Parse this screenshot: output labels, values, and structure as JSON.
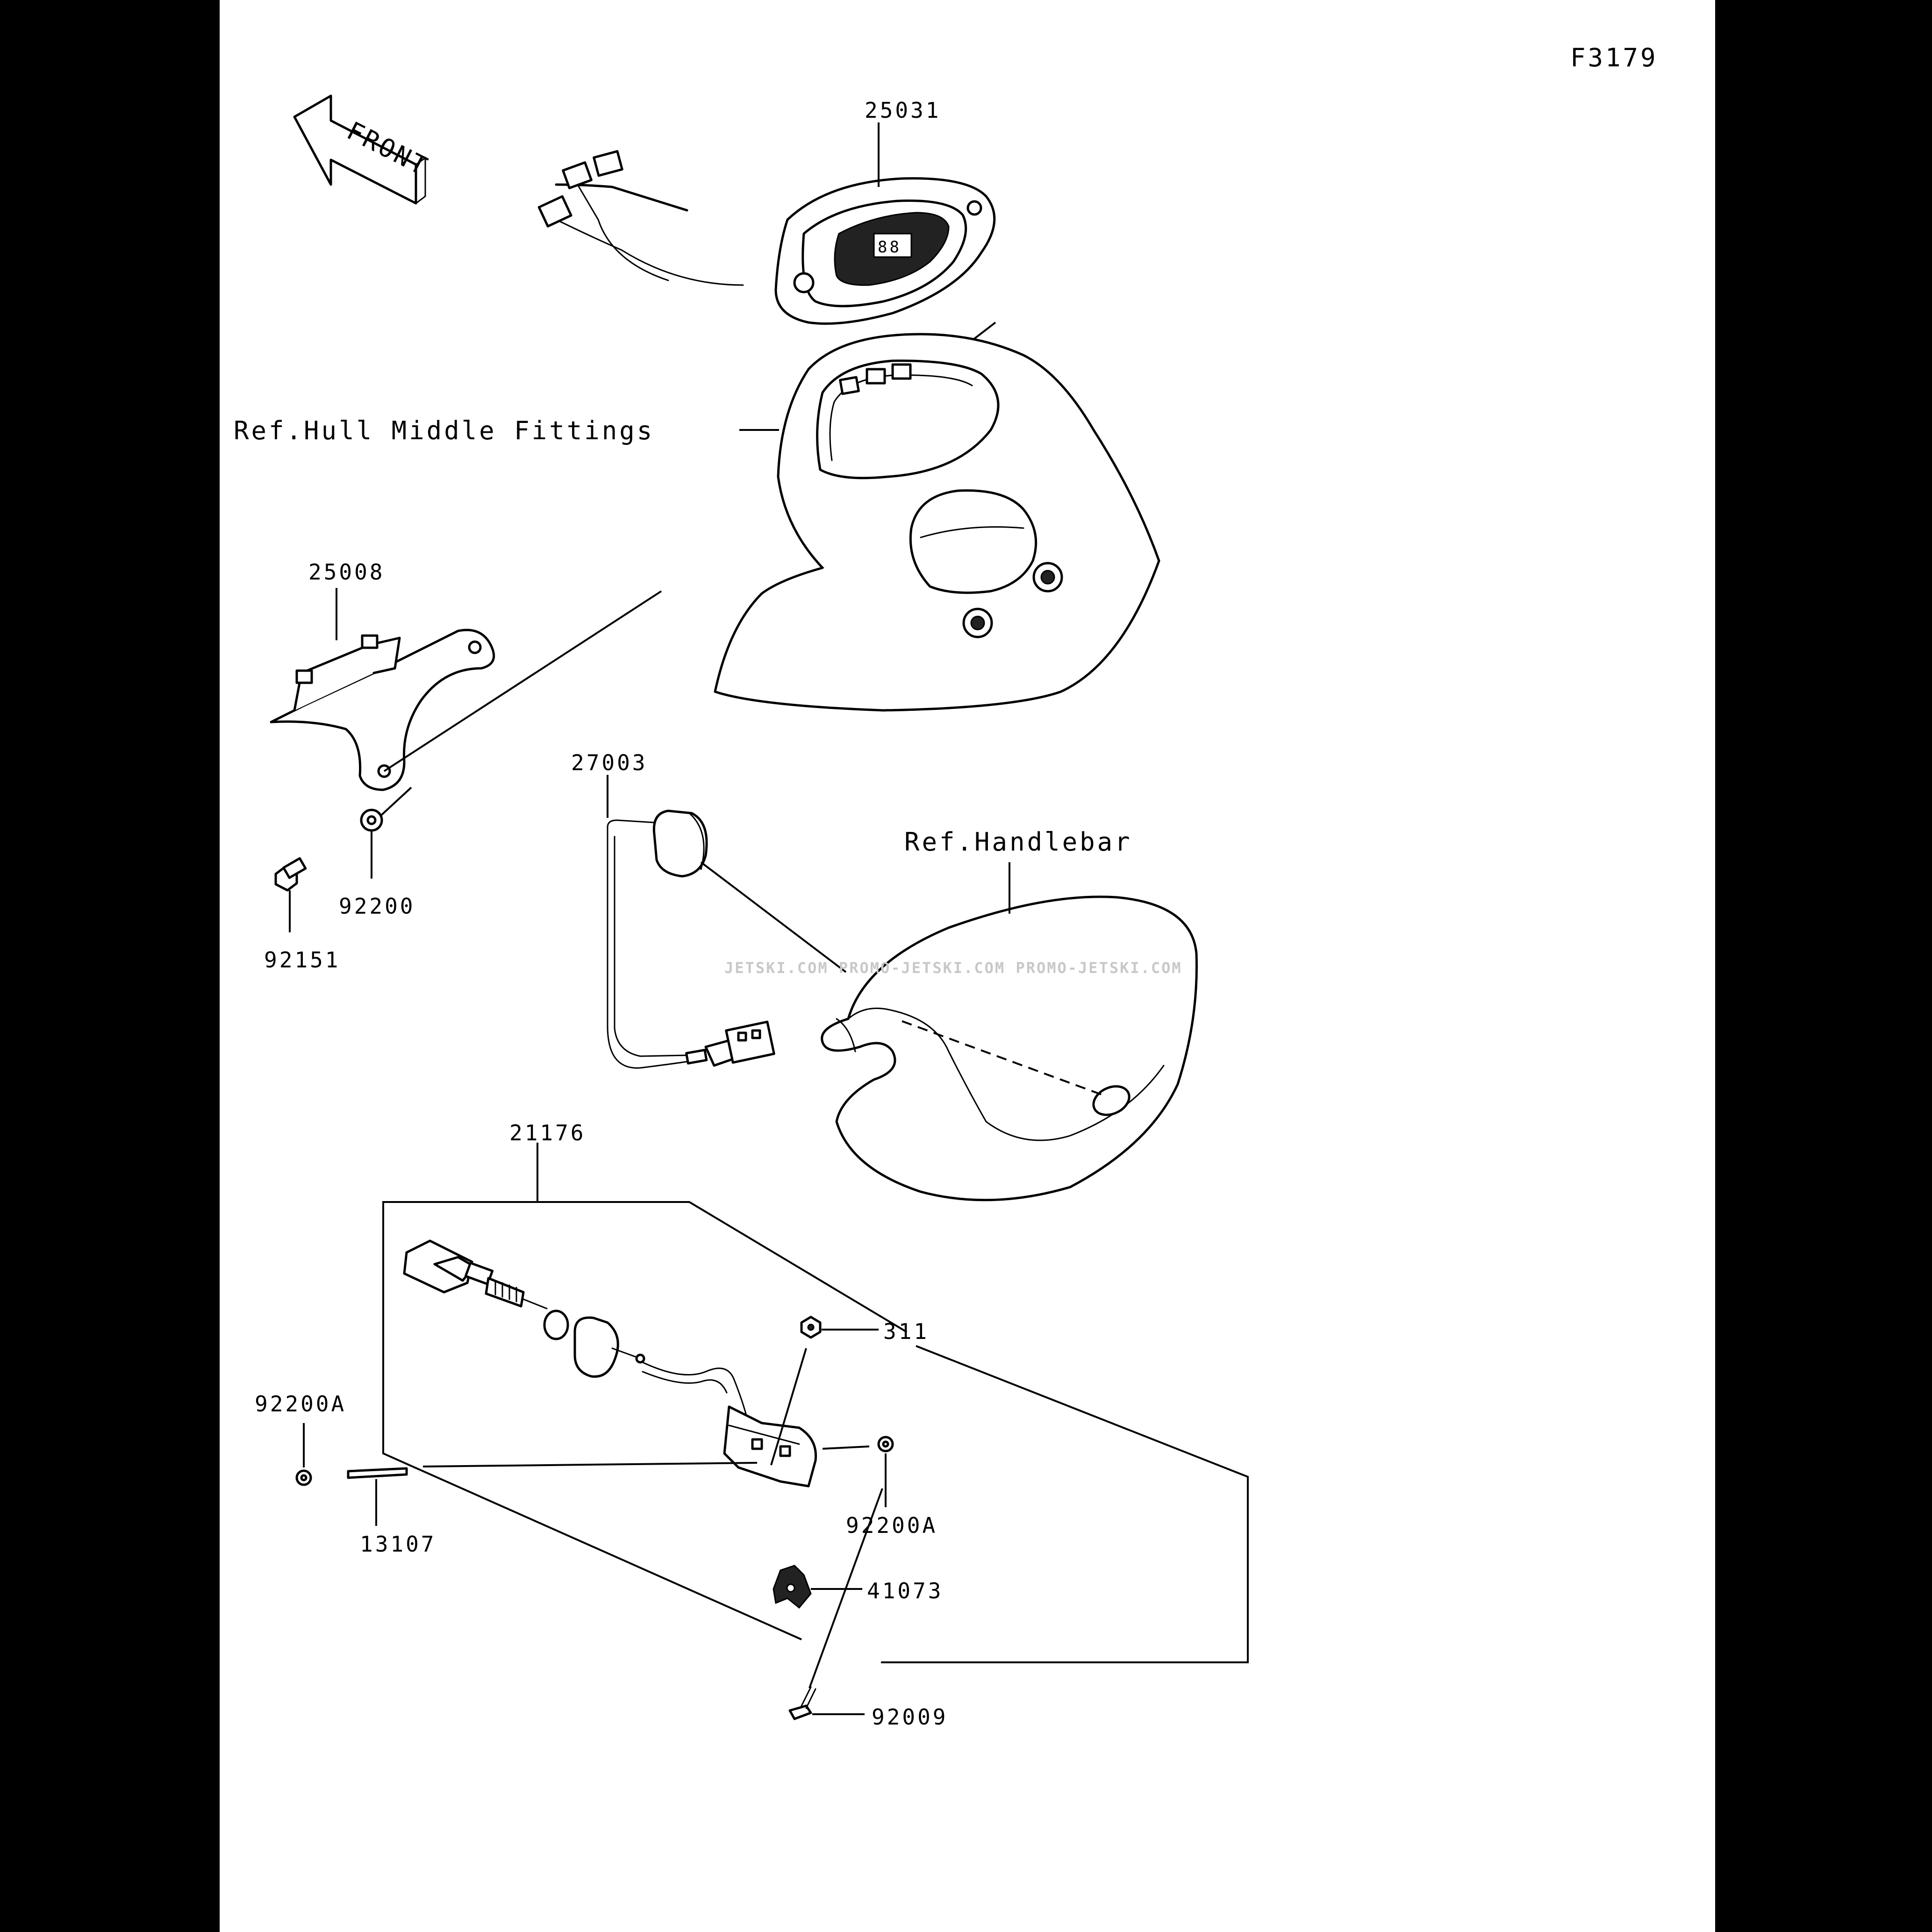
{
  "diagram_code": "F3179",
  "front_arrow_label": "FRONT",
  "parts": {
    "p25031": "25031",
    "p25008": "25008",
    "p92200": "92200",
    "p92151": "92151",
    "p27003": "27003",
    "p21176": "21176",
    "p311": "311",
    "p92200A_left": "92200A",
    "p92200A_right": "92200A",
    "p13107": "13107",
    "p41073": "41073",
    "p92009": "92009"
  },
  "references": {
    "hull": "Ref.Hull Middle Fittings",
    "handlebar": "Ref.Handlebar"
  },
  "watermark": "JETSKI.COM  PROMO-JETSKI.COM  PROMO-JETSKI.COM"
}
